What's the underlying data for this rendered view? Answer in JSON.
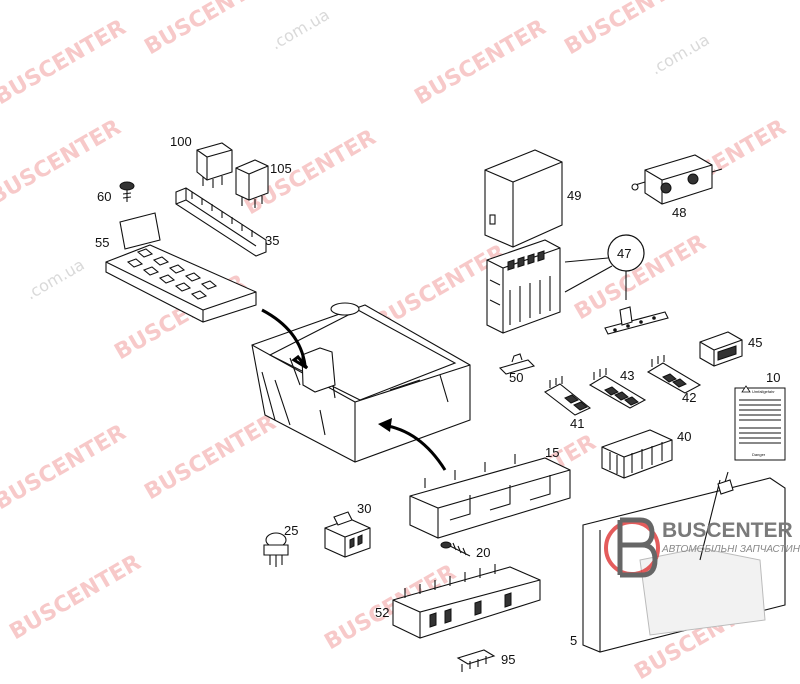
{
  "watermark": {
    "brand": "BUSCENTER",
    "domain": ".com.ua"
  },
  "logo": {
    "text": "BUSCENTER",
    "subtitle": "АВТОМОБІЛЬНІ ЗАПЧАСТИНИ"
  },
  "labels": {
    "p100": "100",
    "p105": "105",
    "p60": "60",
    "p55": "55",
    "p35": "35",
    "p49": "49",
    "p48": "48",
    "p47": "47",
    "p45": "45",
    "p50": "50",
    "p43": "43",
    "p42": "42",
    "p41": "41",
    "p40": "40",
    "p10": "10",
    "p15": "15",
    "p30": "30",
    "p25": "25",
    "p20": "20",
    "p52": "52",
    "p95": "95",
    "p5": "5"
  },
  "sticker": {
    "title": "Umfallgefahr",
    "footer": "Danger"
  }
}
